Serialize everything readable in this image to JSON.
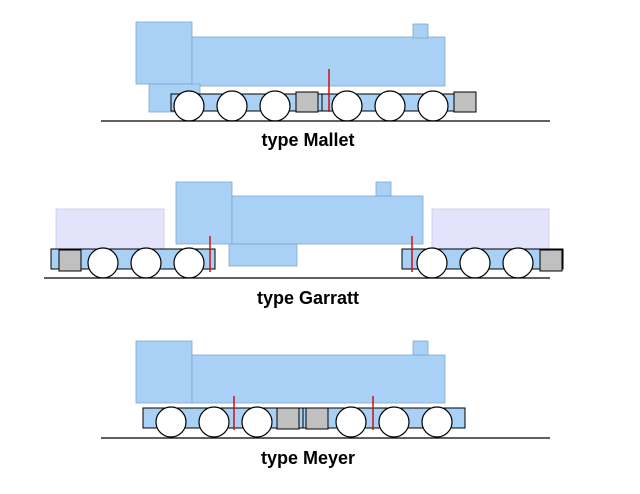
{
  "diagrams": [
    {
      "id": "mallet",
      "caption": "type Mallet"
    },
    {
      "id": "garratt",
      "caption": "type Garratt"
    },
    {
      "id": "meyer",
      "caption": "type Meyer"
    }
  ],
  "colors": {
    "body": "#a9d0f5",
    "tender": "#e3e3fb",
    "cylinder": "#c0c0c0",
    "pivot": "#d01010",
    "rail": "#000000"
  }
}
